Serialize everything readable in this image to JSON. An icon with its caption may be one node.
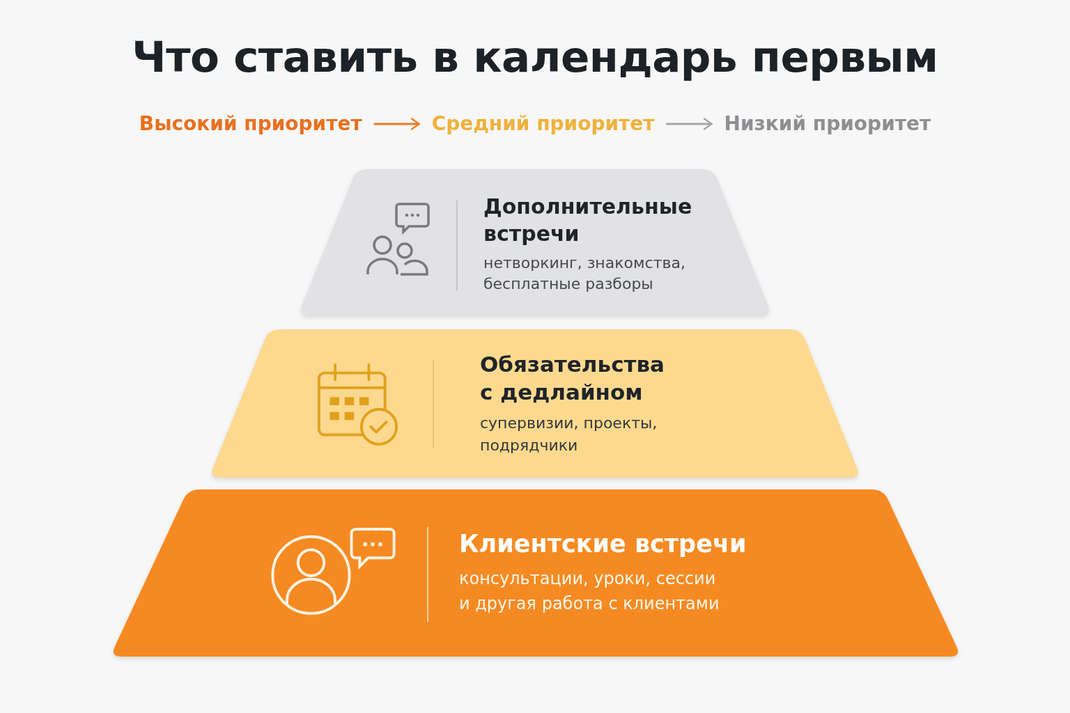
{
  "diagram": {
    "title": "Что ставить в календарь первым",
    "nodes": [
      {
        "text": [
          "Высокий приоритет"
        ]
      },
      {
        "text": [
          "Средний приоритет"
        ]
      },
      {
        "text": [
          "Низкий приоритет"
        ]
      },
      {
        "text": [
          "Дополнительные встречи",
          "нетворкинг, знакомства, бесплатные разборы"
        ]
      },
      {
        "text": [
          "Обязательства с дедлайном",
          "супервизии, проекты, подрядчики"
        ]
      },
      {
        "text": [
          "Клиентские встречи",
          "консультации, уроки, сессии и другая работа с клиентами"
        ]
      }
    ],
    "edges": [
      {
        "from": 0,
        "to": 1,
        "arrow": "to",
        "color": "#f07b22"
      },
      {
        "from": 1,
        "to": 2,
        "arrow": "to",
        "color": "#a6a6a8"
      }
    ]
  }
}
